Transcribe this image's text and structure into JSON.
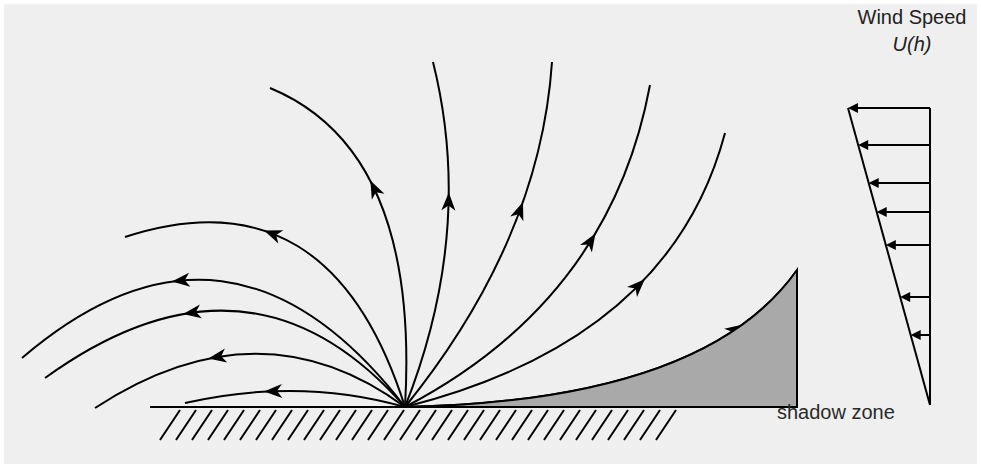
{
  "diagram": {
    "nodes": [
      {
        "text": [
          "shadow zone"
        ]
      }
    ],
    "labels": [
      "Wind Speed",
      "U(h)"
    ]
  }
}
